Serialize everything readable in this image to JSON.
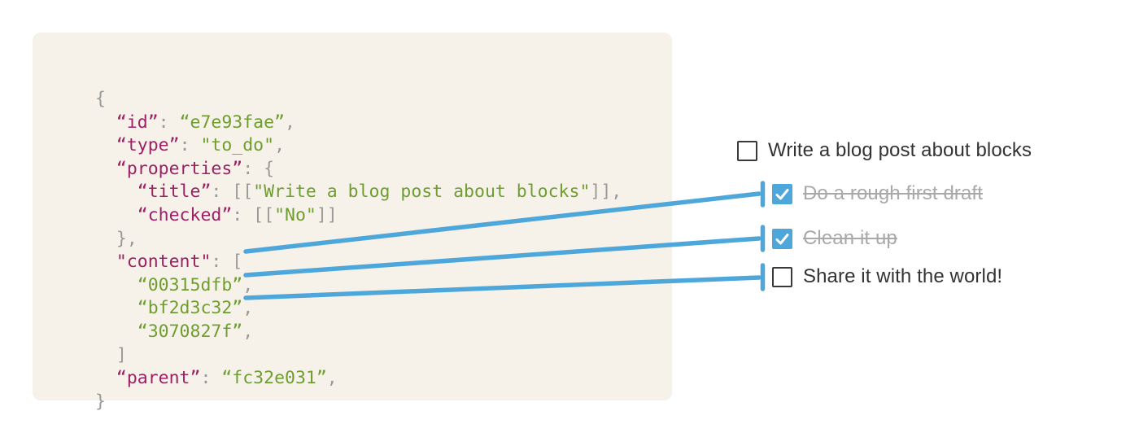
{
  "panel": {
    "background_color": "#f6f2ea"
  },
  "code": {
    "language": "json",
    "colors": {
      "key": "#9c2063",
      "value": "#6f9d30",
      "punctuation": "#9a9a9a"
    },
    "lines": [
      [
        {
          "t": "{",
          "c": "p"
        }
      ],
      [
        {
          "t": "  ",
          "c": "p"
        },
        {
          "t": "“id”",
          "c": "k"
        },
        {
          "t": ": ",
          "c": "p"
        },
        {
          "t": "“e7e93fae”",
          "c": "v"
        },
        {
          "t": ",",
          "c": "p"
        }
      ],
      [
        {
          "t": "  ",
          "c": "p"
        },
        {
          "t": "“type”",
          "c": "k"
        },
        {
          "t": ": ",
          "c": "p"
        },
        {
          "t": "\"to_do\"",
          "c": "v"
        },
        {
          "t": ",",
          "c": "p"
        }
      ],
      [
        {
          "t": "  ",
          "c": "p"
        },
        {
          "t": "“properties”",
          "c": "k"
        },
        {
          "t": ": {",
          "c": "p"
        }
      ],
      [
        {
          "t": "    ",
          "c": "p"
        },
        {
          "t": "“title”",
          "c": "k"
        },
        {
          "t": ": [[",
          "c": "p"
        },
        {
          "t": "\"Write a blog post about blocks\"",
          "c": "v"
        },
        {
          "t": "]],",
          "c": "p"
        }
      ],
      [
        {
          "t": "    ",
          "c": "p"
        },
        {
          "t": "“checked”",
          "c": "k"
        },
        {
          "t": ": [[",
          "c": "p"
        },
        {
          "t": "\"No\"",
          "c": "v"
        },
        {
          "t": "]]",
          "c": "p"
        }
      ],
      [
        {
          "t": "  },",
          "c": "p"
        }
      ],
      [
        {
          "t": "  ",
          "c": "p"
        },
        {
          "t": "\"content\"",
          "c": "k"
        },
        {
          "t": ": [",
          "c": "p"
        }
      ],
      [
        {
          "t": "    ",
          "c": "p"
        },
        {
          "t": "“00315dfb”",
          "c": "v"
        },
        {
          "t": ",",
          "c": "p"
        }
      ],
      [
        {
          "t": "    ",
          "c": "p"
        },
        {
          "t": "“bf2d3c32”",
          "c": "v"
        },
        {
          "t": ",",
          "c": "p"
        }
      ],
      [
        {
          "t": "    ",
          "c": "p"
        },
        {
          "t": "“3070827f”",
          "c": "v"
        },
        {
          "t": ",",
          "c": "p"
        }
      ],
      [
        {
          "t": "  ]",
          "c": "p"
        }
      ],
      [
        {
          "t": "  ",
          "c": "p"
        },
        {
          "t": "“parent”",
          "c": "k"
        },
        {
          "t": ": ",
          "c": "p"
        },
        {
          "t": "“fc32e031”",
          "c": "v"
        },
        {
          "t": ",",
          "c": "p"
        }
      ],
      [
        {
          "t": "}",
          "c": "p"
        }
      ]
    ]
  },
  "checklist": {
    "items": [
      {
        "label": "Write a blog post about blocks",
        "checked": false,
        "done": false
      },
      {
        "label": "Do a rough first draft",
        "checked": true,
        "done": true
      },
      {
        "label": "Clean it up",
        "checked": true,
        "done": true
      },
      {
        "label": "Share it with the world!",
        "checked": false,
        "done": false
      }
    ]
  },
  "connectors": {
    "color": "#4ea7db",
    "links": [
      {
        "from": "00315dfb",
        "to": "Do a rough first draft"
      },
      {
        "from": "bf2d3c32",
        "to": "Clean it up"
      },
      {
        "from": "3070827f",
        "to": "Share it with the world!"
      }
    ]
  },
  "checkbox_colors": {
    "checked_fill": "#4ea7db",
    "check_mark": "#ffffff",
    "unchecked_border": "#3a3a3a"
  }
}
